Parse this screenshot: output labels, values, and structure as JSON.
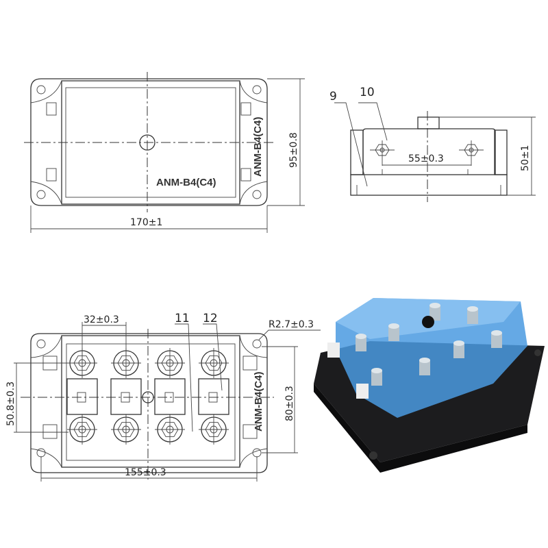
{
  "top_view": {
    "model_label": "ANM-B4(C4)",
    "model_label_side": "ANM-B4(C4)",
    "height_dim": "95±0.8",
    "width_dim": "170±1"
  },
  "side_view": {
    "callout_9": "9",
    "callout_10": "10",
    "stud_spacing_dim": "55±0.3",
    "height_dim": "50±1"
  },
  "bottom_view": {
    "terminal_pitch_dim": "32±0.3",
    "callout_11": "11",
    "callout_12": "12",
    "radius_dim": "R2.7±0.3",
    "row_spacing_dim": "50.8±0.3",
    "hole_spacing_v_dim": "80±0.3",
    "hole_spacing_h_dim": "155±0.3",
    "model_label": "ANM-B4(C4)"
  },
  "photo": {
    "base_color": "#1c1c1e",
    "cover_color": "#3d8fd6"
  }
}
